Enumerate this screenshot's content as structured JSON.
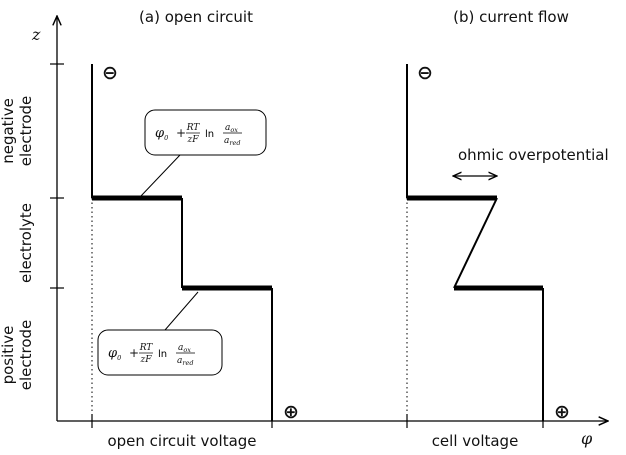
{
  "panels": {
    "a_title": "(a) open circuit",
    "b_title": "(b) current flow"
  },
  "axes": {
    "z_label": "z",
    "phi_label": "φ"
  },
  "zones": {
    "negative_line1": "negative",
    "negative_line2": "electrode",
    "electrolyte": "electrolyte",
    "positive_line1": "positive",
    "positive_line2": "electrode"
  },
  "annotations": {
    "ohmic": "ohmic overpotential",
    "open_circuit_voltage": "open circuit voltage",
    "cell_voltage": "cell voltage"
  },
  "equations": {
    "top": {
      "phi0": "φ",
      "phi0_sub": "0",
      "plus": "+",
      "RT": "RT",
      "zF": "zF",
      "ln": "ln",
      "aox": "a",
      "aox_sub": "ox",
      "ared": "a",
      "ared_sub": "red"
    },
    "bottom": {
      "phi0": "φ",
      "phi0_sub": "0",
      "plus": "+",
      "RT": "RT",
      "zF": "zF",
      "ln": "ln",
      "aox": "a",
      "aox_sub": "ox",
      "ared": "a",
      "ared_sub": "red"
    }
  },
  "symbols": {
    "negative": "⊖",
    "positive": "⊕"
  },
  "colors": {
    "negative_symbol": "#1f5fa0",
    "positive_symbol": "#c8321e",
    "line": "#000000"
  }
}
